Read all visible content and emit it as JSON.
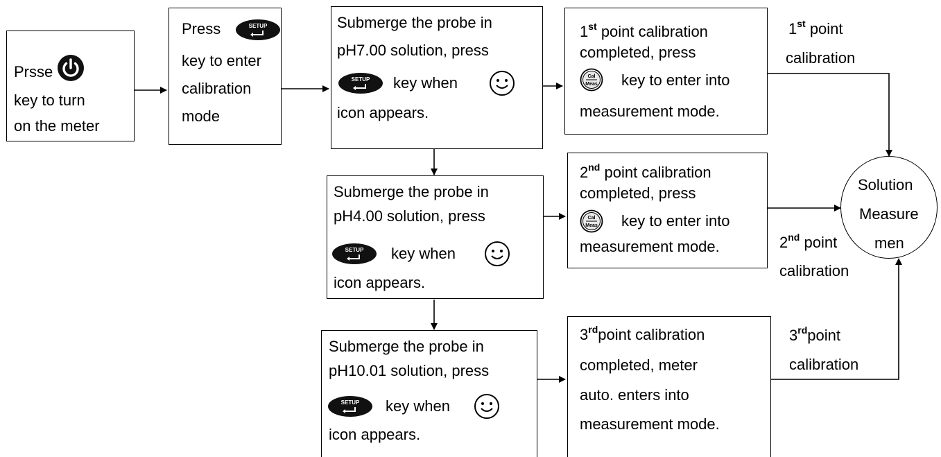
{
  "boxes": {
    "power_on": {
      "line1": "Prsse",
      "line2": "key to turn",
      "line3": "on the meter"
    },
    "enter_calibration": {
      "line1": "Press",
      "line2": "key to enter",
      "line3": "calibration",
      "line4": "mode"
    },
    "ph7": {
      "line1": "Submerge the probe in",
      "line2": "pH7.00 solution, press",
      "line3": "key when",
      "line4": "icon appears."
    },
    "ph4": {
      "line1": "Submerge the probe in",
      "line2": "pH4.00 solution, press",
      "line3": "key when",
      "line4": "icon appears."
    },
    "ph10": {
      "line1": "Submerge the probe in",
      "line2": "pH10.01 solution, press",
      "line3": "key when",
      "line4": "icon appears."
    },
    "first_done": {
      "num": "1",
      "sup": "st",
      "line1_rest": " point calibration",
      "line2": "completed, press",
      "line3": "key to enter into",
      "line4": "measurement mode."
    },
    "second_done": {
      "num": "2",
      "sup": "nd",
      "line1_rest": " point calibration",
      "line2": "completed, press",
      "line3": "key to enter into",
      "line4": "measurement mode."
    },
    "third_done": {
      "num": "3",
      "sup": "rd",
      "line1_rest": "point calibration",
      "line2": "completed, meter",
      "line3": "auto. enters into",
      "line4": "measurement mode."
    }
  },
  "edge_labels": {
    "first": {
      "num": "1",
      "sup": "st",
      "rest": " point",
      "line2": "calibration"
    },
    "second": {
      "num": "2",
      "sup": "nd",
      "rest": " point",
      "line2": "calibration"
    },
    "third": {
      "num": "3",
      "sup": "rd",
      "rest": "point",
      "line2": "calibration"
    }
  },
  "end_node": {
    "line1": "Solution",
    "line2": "Measure",
    "line3": "men"
  },
  "icons": {
    "power": "power-button-icon",
    "setup": "setup-enter-key-icon",
    "cal_meas": "cal-meas-key-icon",
    "smiley": "smiley-face-icon"
  },
  "colors": {
    "line": "#000000",
    "key_fill": "#111111"
  }
}
